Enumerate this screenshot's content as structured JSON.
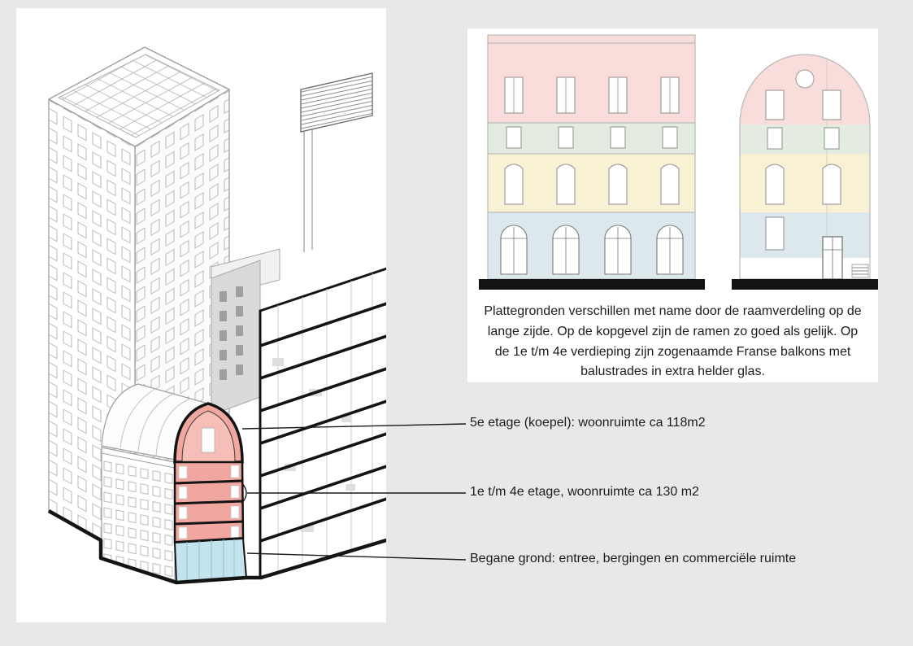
{
  "page": {
    "background": "#e8e8e6"
  },
  "facade_panel": {
    "caption": "Plattegronden verschillen met name door de raamverdeling op de lange zijde. Op de kopgevel zijn de ramen zo goed als gelijk. Op de 1e t/m 4e verdieping zijn zogenaamde Franse balkons met balustrades in extra helder glas."
  },
  "annotations": [
    {
      "label": "5e etage (koepel): woonruimte ca 118m2"
    },
    {
      "label": "1e t/m 4e etage, woonruimte ca 130 m2"
    },
    {
      "label": "Begane grond: entree, bergingen en commerciële ruimte"
    }
  ],
  "colors": {
    "dome_highlight": "#f1a79f",
    "dome_highlight_inner": "#f6beb7",
    "ground_highlight": "#c3e4ec",
    "band_pink": "#f8dddb",
    "band_green": "#e3ecdf",
    "band_yellow": "#f8f1d3",
    "band_blue": "#dde8ed",
    "ground_line": "#141414"
  }
}
